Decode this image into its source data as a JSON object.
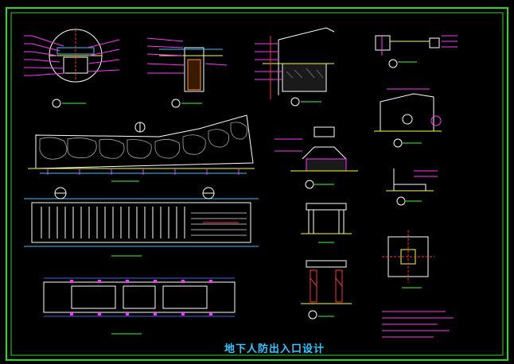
{
  "drawing": {
    "title": "地下人防出入口设计",
    "colors": {
      "background": "#000000",
      "frame": "#22dd22",
      "magenta": "#ff33ff",
      "white": "#ffffff",
      "cyan": "#33c6ff",
      "yellow": "#ffff33",
      "red": "#ff3333",
      "blue": "#3366ff",
      "green": "#33ff33"
    },
    "views": [
      {
        "id": "detail-circle-top-left",
        "kind": "detail-circle"
      },
      {
        "id": "section-wall-base",
        "kind": "section"
      },
      {
        "id": "section-canopy-edge",
        "kind": "section"
      },
      {
        "id": "detail-small-top-right",
        "kind": "detail"
      },
      {
        "id": "canopy-section-right",
        "kind": "section"
      },
      {
        "id": "elevation-stone-wall",
        "kind": "elevation"
      },
      {
        "id": "section-step-detail",
        "kind": "section"
      },
      {
        "id": "plan-canopy-top",
        "kind": "plan"
      },
      {
        "id": "plan-frame-grid",
        "kind": "plan"
      },
      {
        "id": "elevation-frame-small",
        "kind": "elevation"
      },
      {
        "id": "elevation-column-red",
        "kind": "elevation"
      },
      {
        "id": "detail-beam-right",
        "kind": "detail"
      },
      {
        "id": "plan-column-base",
        "kind": "plan"
      },
      {
        "id": "notes-list",
        "kind": "notes"
      }
    ]
  }
}
